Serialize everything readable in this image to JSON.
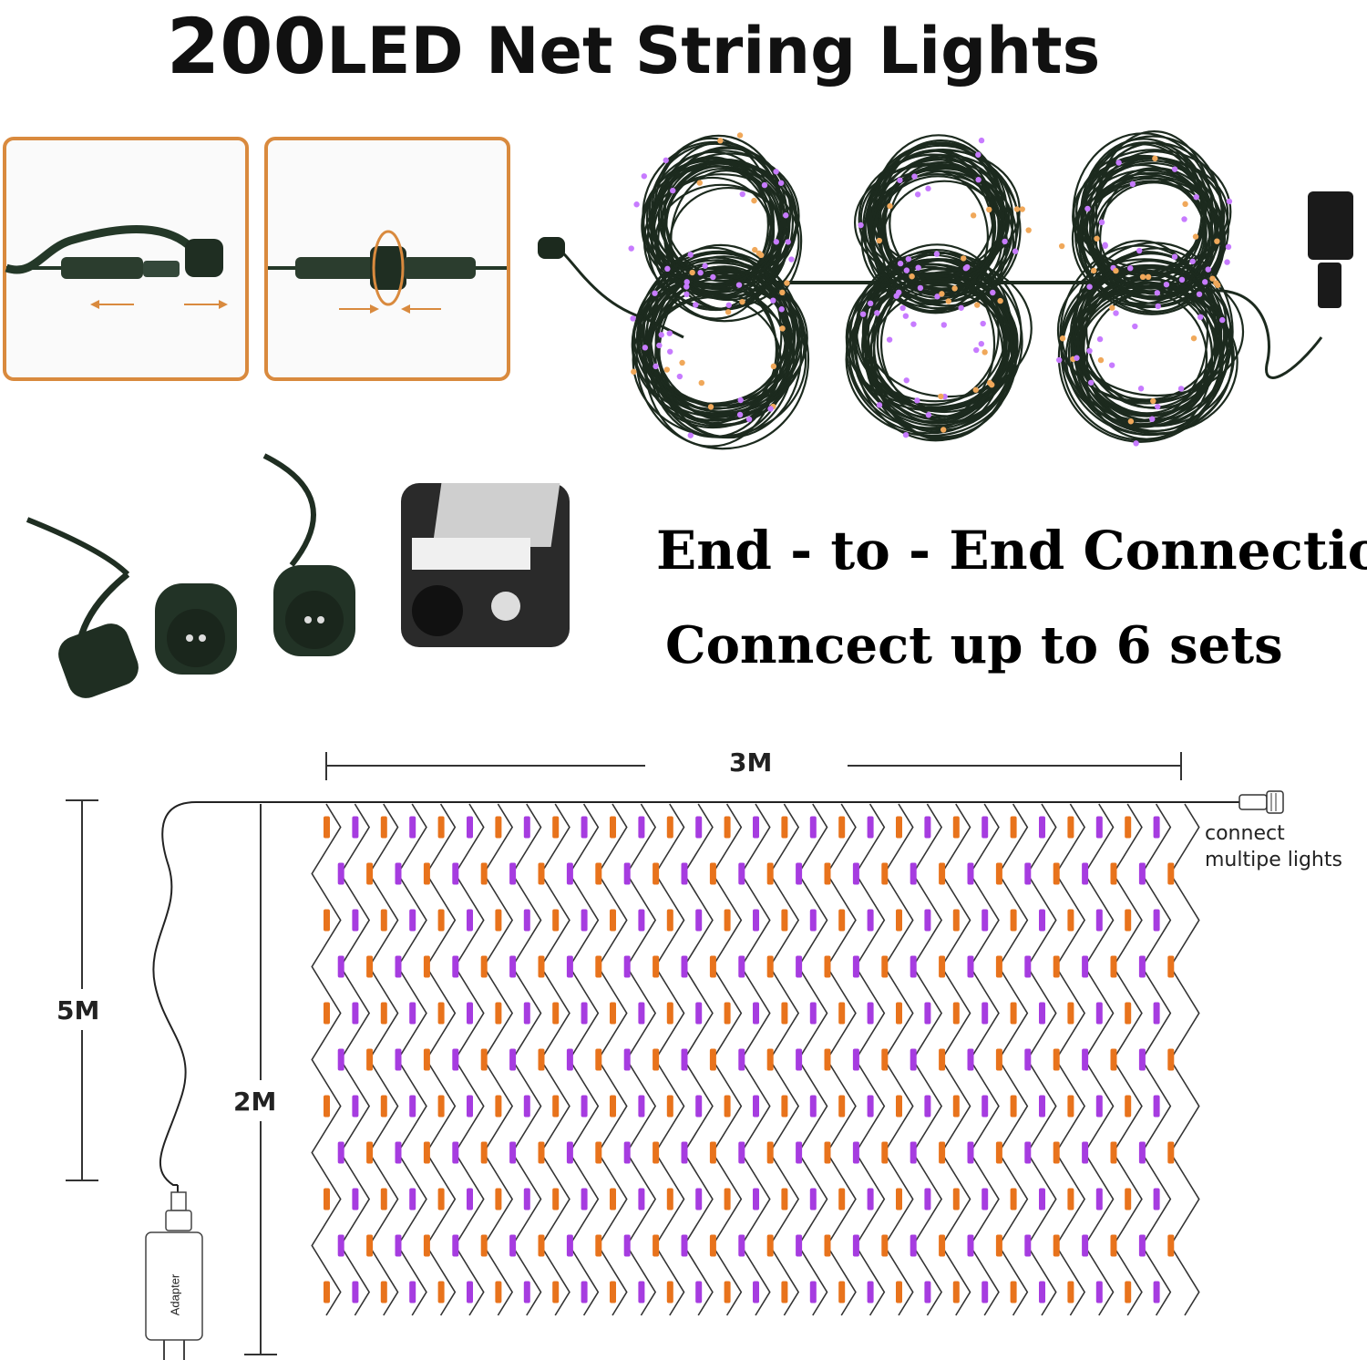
{
  "title": {
    "number": "200",
    "text": "LED Net String Lights"
  },
  "photos": {
    "connector_open": {
      "icon": "waterproof-connector-open-icon"
    },
    "connector_closed": {
      "icon": "waterproof-connector-twist-icon"
    },
    "three_sets": {
      "icon": "three-coiled-light-sets-icon"
    },
    "plugs": {
      "icon": "plug-and-timer-adapter-icon"
    }
  },
  "connection": {
    "line1": "End - to - End Connection",
    "line2": "Conncect up to 6 sets"
  },
  "diagram": {
    "width_label": "3M",
    "height_label_total": "5M",
    "height_label_net": "2M",
    "connect_note_line1": "connect",
    "connect_note_line2": "multipe lights",
    "adapter_label": "Adapter",
    "colors": {
      "orange": "#e8731c",
      "purple": "#a63ce0",
      "wire": "#333333",
      "frame": "#d98a3e"
    }
  }
}
